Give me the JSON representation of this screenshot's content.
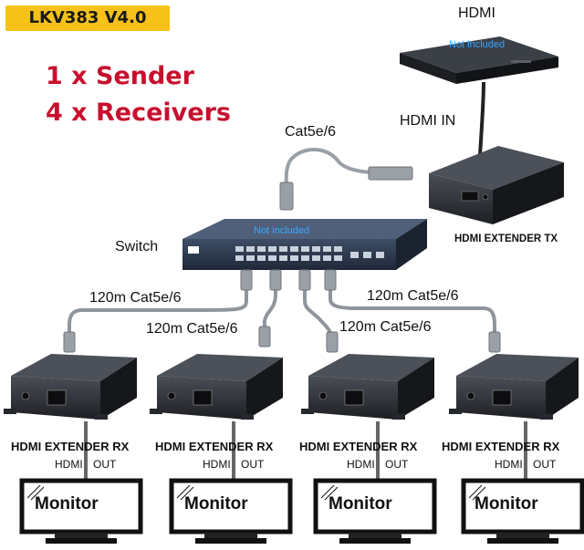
{
  "badge": "LKV383 V4.0",
  "headline": {
    "line1": "1 x Sender",
    "line2": "4 x Receivers"
  },
  "source": {
    "label": "HDMI",
    "note": "Not included",
    "hdmi_in": "HDMI IN"
  },
  "tx": {
    "label": "HDMI EXTENDER TX"
  },
  "cable_top": "Cat5e/6",
  "switch": {
    "label": "Switch",
    "note": "Not included"
  },
  "cables": [
    "120m Cat5e/6",
    "120m Cat5e/6",
    "120m Cat5e/6",
    "120m Cat5e/6"
  ],
  "receivers": [
    {
      "label": "HDMI EXTENDER RX",
      "hdmi": "HDMI",
      "out": "OUT",
      "monitor": "Monitor"
    },
    {
      "label": "HDMI EXTENDER RX",
      "hdmi": "HDMI",
      "out": "OUT",
      "monitor": "Monitor"
    },
    {
      "label": "HDMI EXTENDER RX",
      "hdmi": "HDMI",
      "out": "OUT",
      "monitor": "Monitor"
    },
    {
      "label": "HDMI EXTENDER RX",
      "hdmi": "HDMI",
      "out": "OUT",
      "monitor": "Monitor"
    }
  ],
  "colors": {
    "badge": "#f6c21a",
    "headline": "#c8102e",
    "device": "#2a2d33",
    "switch_blue": "#2b3a52",
    "note_blue": "#3aa6ff"
  }
}
